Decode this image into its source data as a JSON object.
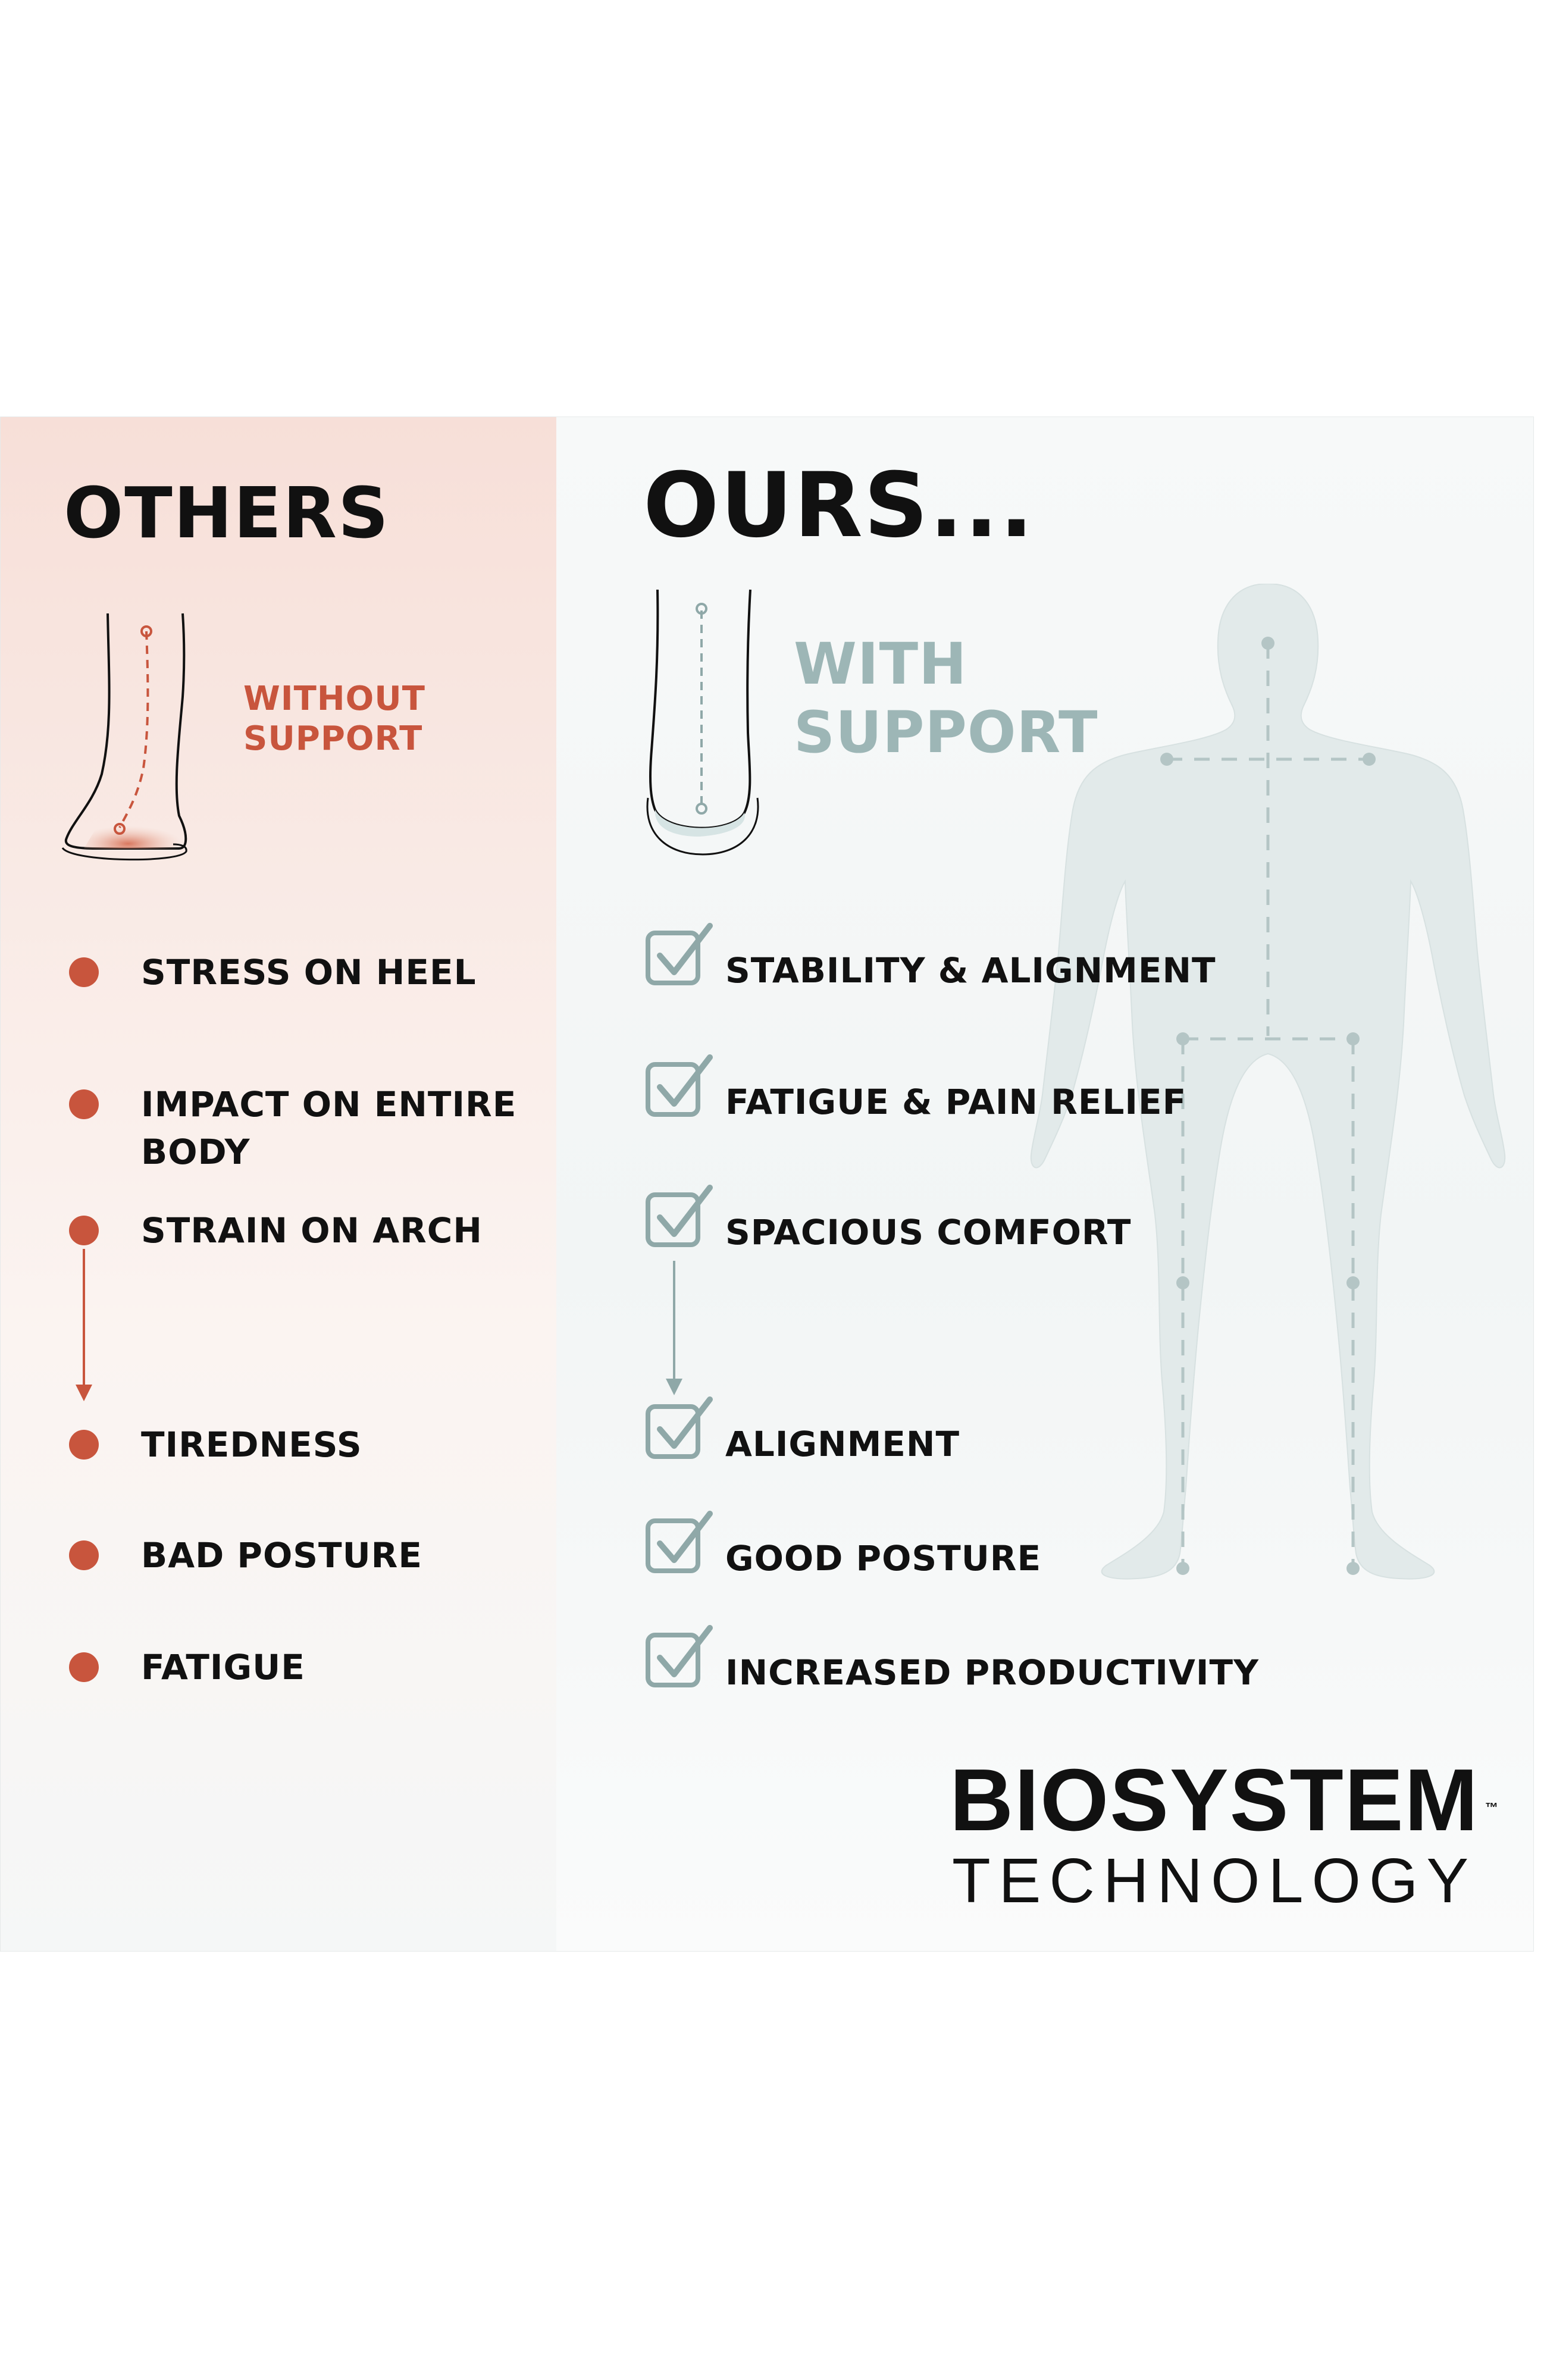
{
  "colors": {
    "accent_red": "#c8553d",
    "accent_teal": "#8fa8a8",
    "text_dark": "#111111"
  },
  "others": {
    "heading": "OTHERS",
    "sublabel": "WITHOUT\nSUPPORT",
    "heel_icon": "heel-without-support-icon",
    "items": [
      {
        "label": "STRESS ON HEEL"
      },
      {
        "label": "IMPACT ON ENTIRE\nBODY"
      },
      {
        "label": "STRAIN ON ARCH"
      },
      {
        "label": "TIREDNESS"
      },
      {
        "label": "BAD POSTURE"
      },
      {
        "label": "FATIGUE"
      }
    ]
  },
  "ours": {
    "heading": "OURS...",
    "sublabel": "WITH\nSUPPORT",
    "heel_icon": "heel-with-support-icon",
    "body_icon": "human-body-alignment-icon",
    "items": [
      {
        "label": "STABILITY & ALIGNMENT"
      },
      {
        "label": "FATIGUE & PAIN RELIEF"
      },
      {
        "label": "SPACIOUS COMFORT"
      },
      {
        "label": "ALIGNMENT"
      },
      {
        "label": "GOOD POSTURE"
      },
      {
        "label": "INCREASED PRODUCTIVITY"
      }
    ]
  },
  "brand": {
    "name": "BIOSYSTEM",
    "trademark": "™",
    "subtitle": "TECHNOLOGY"
  }
}
